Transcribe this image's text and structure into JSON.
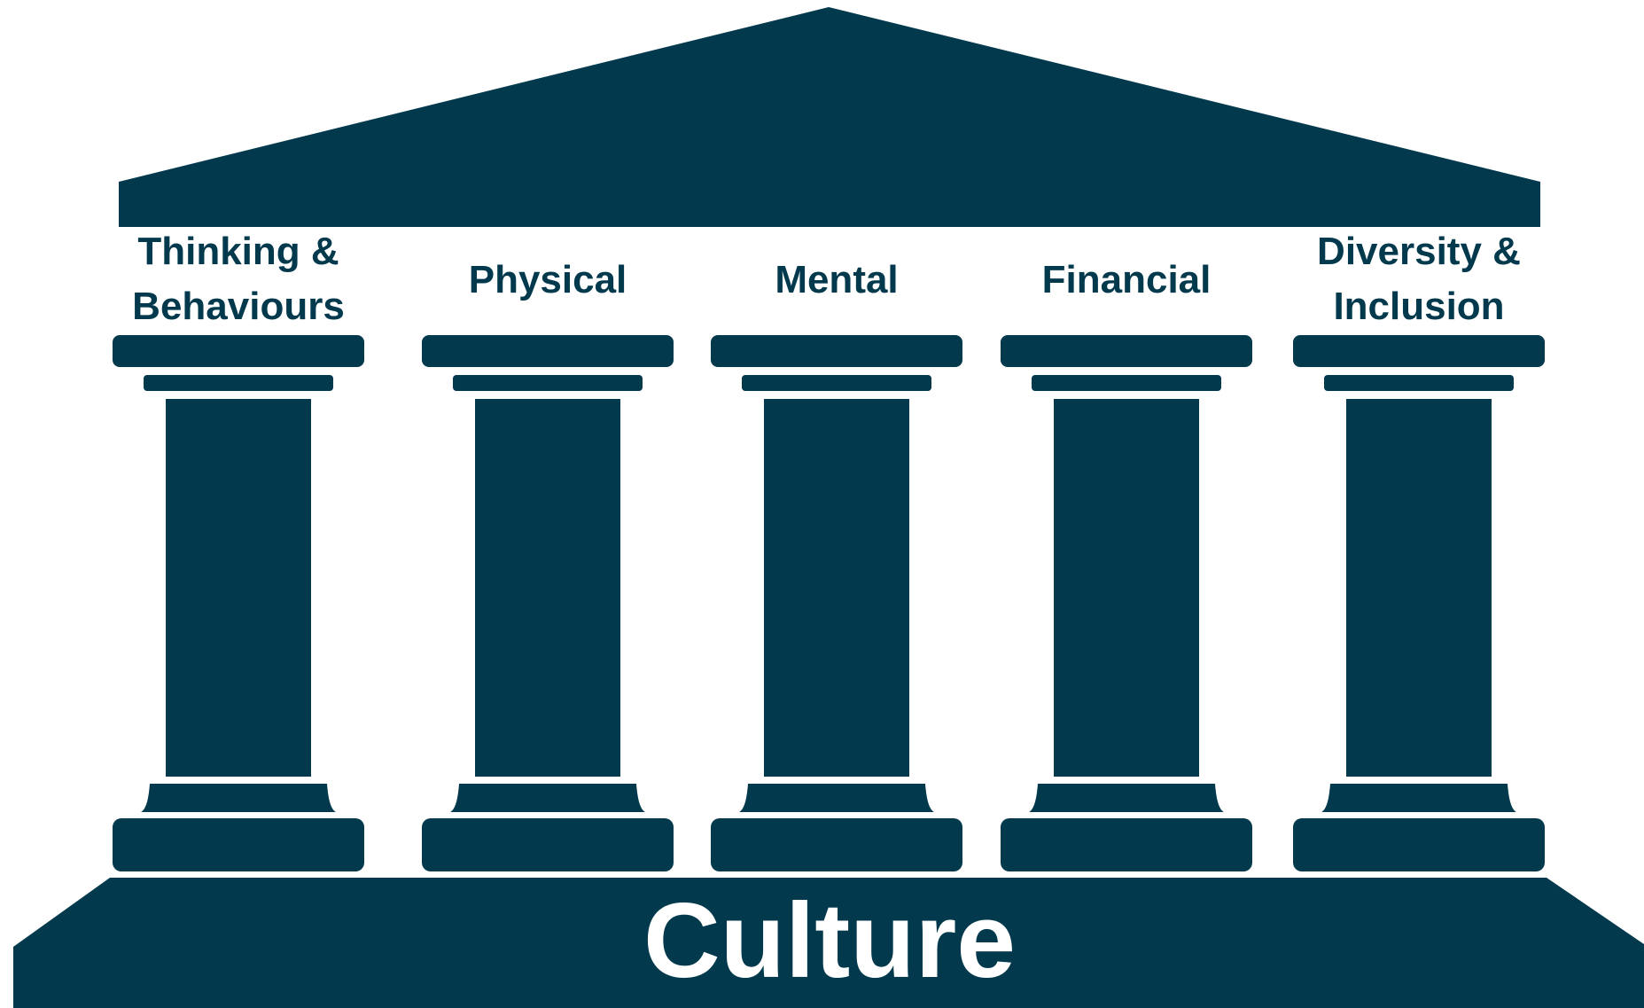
{
  "colors": {
    "structure": "#02394c",
    "background": "#ffffff",
    "base_text": "#ffffff"
  },
  "pillars": [
    {
      "label_lines": [
        "Thinking &",
        "Behaviours"
      ]
    },
    {
      "label_lines": [
        "Physical"
      ]
    },
    {
      "label_lines": [
        "Mental"
      ]
    },
    {
      "label_lines": [
        "Financial"
      ]
    },
    {
      "label_lines": [
        "Diversity &",
        "Inclusion"
      ]
    }
  ],
  "base": {
    "label": "Culture"
  }
}
